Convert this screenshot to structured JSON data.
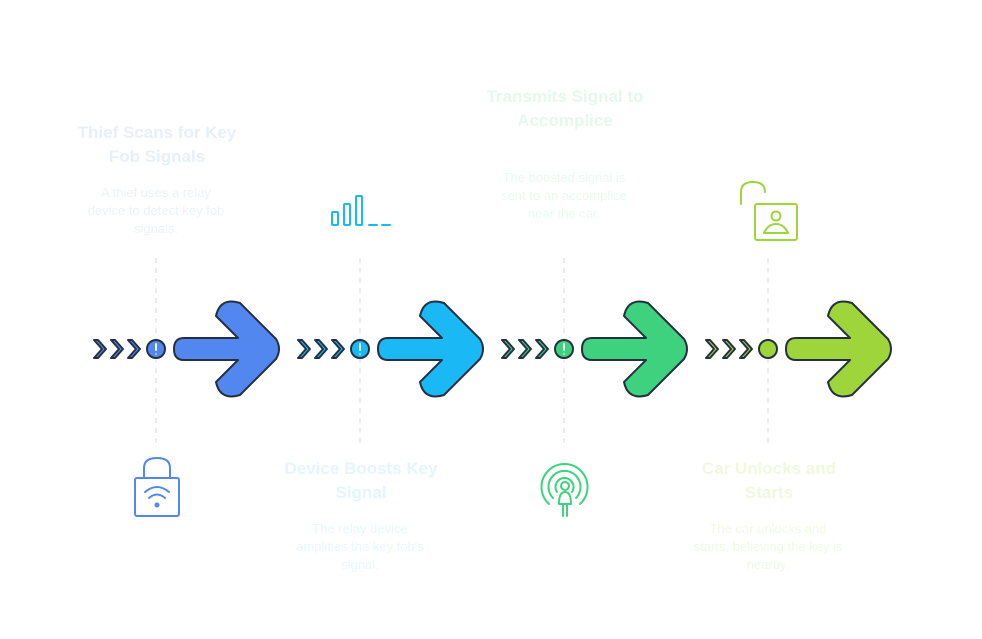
{
  "colors": {
    "outline": "#243041",
    "guide": "#e3e6ea",
    "step1": "#5387f0",
    "step2": "#1ab9f5",
    "step3": "#3ed27f",
    "step4": "#9ed53a"
  },
  "steps": [
    {
      "title": "Thief Scans for Key Fob Signals",
      "description": "A thief uses a relay device to detect key fob signals.",
      "icon": "lock-wifi-icon"
    },
    {
      "title": "Device Boosts Key Signal",
      "description": "The relay device amplifies the key fob's signal.",
      "icon": "signal-bars-icon"
    },
    {
      "title": "Transmits Signal to Accomplice",
      "description": "The boosted signal is sent to an accomplice near the car.",
      "icon": "broadcast-person-icon"
    },
    {
      "title": "Car Unlocks and Starts",
      "description": "The car unlocks and starts, believing the key is nearby.",
      "icon": "unlocked-person-icon"
    }
  ]
}
